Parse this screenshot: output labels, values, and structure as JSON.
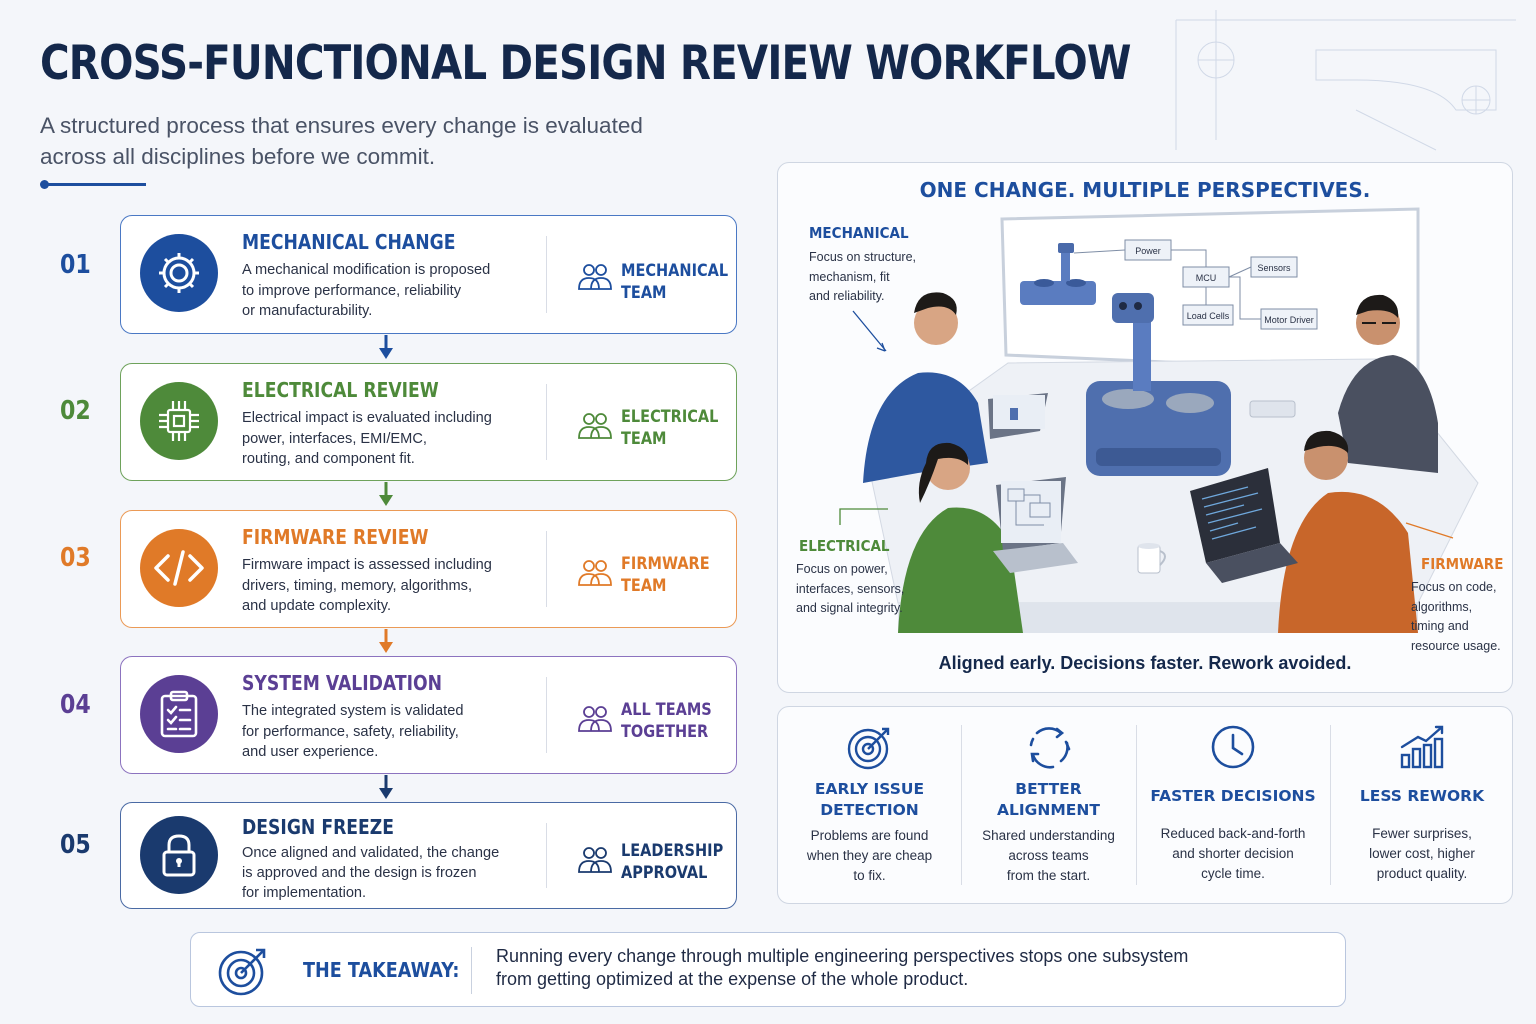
{
  "header": {
    "title": "CROSS-FUNCTIONAL DESIGN REVIEW WORKFLOW",
    "subtitle_line1": "A structured process that ensures every change is evaluated",
    "subtitle_line2": "across all disciplines before we commit."
  },
  "steps": [
    {
      "num": "01",
      "title": "MECHANICAL CHANGE",
      "color": "#1d4e9e",
      "desc": [
        "A mechanical modification is proposed",
        "to improve performance, reliability",
        "or manufacturability."
      ],
      "team": [
        "MECHANICAL",
        "TEAM"
      ],
      "icon": "gear-icon"
    },
    {
      "num": "02",
      "title": "ELECTRICAL REVIEW",
      "color": "#4e8a3a",
      "desc": [
        "Electrical impact is evaluated including",
        "power, interfaces, EMI/EMC,",
        "routing, and component fit."
      ],
      "team": [
        "ELECTRICAL",
        "TEAM"
      ],
      "icon": "chip-icon"
    },
    {
      "num": "03",
      "title": "FIRMWARE REVIEW",
      "color": "#e07a28",
      "desc": [
        "Firmware impact is assessed including",
        "drivers, timing, memory, algorithms,",
        "and update complexity."
      ],
      "team": [
        "FIRMWARE",
        "TEAM"
      ],
      "icon": "code-icon"
    },
    {
      "num": "04",
      "title": "SYSTEM VALIDATION",
      "color": "#5b3f94",
      "desc": [
        "The integrated system is validated",
        "for performance, safety, reliability,",
        "and user experience."
      ],
      "team": [
        "ALL TEAMS",
        "TOGETHER"
      ],
      "icon": "clipboard-check-icon"
    },
    {
      "num": "05",
      "title": "DESIGN FREEZE",
      "color": "#1a3a6e",
      "desc": [
        "Once aligned and validated, the change",
        "is approved and the design is frozen",
        "for implementation."
      ],
      "team": [
        "LEADERSHIP",
        "APPROVAL"
      ],
      "icon": "lock-icon"
    }
  ],
  "panel": {
    "title": "ONE CHANGE. MULTIPLE PERSPECTIVES.",
    "mechanical": {
      "title": "MECHANICAL",
      "desc": [
        "Focus on structure,",
        "mechanism, fit",
        "and reliability."
      ],
      "color": "#1d4e9e"
    },
    "electrical": {
      "title": "ELECTRICAL",
      "desc": [
        "Focus on power,",
        "interfaces, sensors,",
        "and signal integrity."
      ],
      "color": "#4e8a3a"
    },
    "firmware": {
      "title": "FIRMWARE",
      "desc": [
        "Focus on code,",
        "algorithms,",
        "timing and",
        "resource usage."
      ],
      "color": "#e07a28"
    },
    "diagram": [
      "Power",
      "MCU",
      "Sensors",
      "Load Cells",
      "Motor Driver"
    ],
    "footer": "Aligned early. Decisions faster. Rework avoided."
  },
  "benefits": [
    {
      "title": [
        "EARLY ISSUE",
        "DETECTION"
      ],
      "desc": [
        "Problems are found",
        "when they are cheap",
        "to fix."
      ],
      "icon": "target-icon"
    },
    {
      "title": [
        "BETTER",
        "ALIGNMENT"
      ],
      "desc": [
        "Shared understanding",
        "across teams",
        "from the start."
      ],
      "icon": "cycle-arrows-icon"
    },
    {
      "title": [
        "FASTER DECISIONS"
      ],
      "desc": [
        "Reduced back-and-forth",
        "and shorter decision",
        "cycle time."
      ],
      "icon": "clock-icon"
    },
    {
      "title": [
        "LESS REWORK"
      ],
      "desc": [
        "Fewer surprises,",
        "lower cost, higher",
        "product quality."
      ],
      "icon": "growth-chart-icon"
    }
  ],
  "takeaway": {
    "label": "THE TAKEAWAY:",
    "text_line1": "Running every change through multiple engineering perspectives stops one subsystem",
    "text_line2": "from getting optimized at the expense of the whole product."
  }
}
